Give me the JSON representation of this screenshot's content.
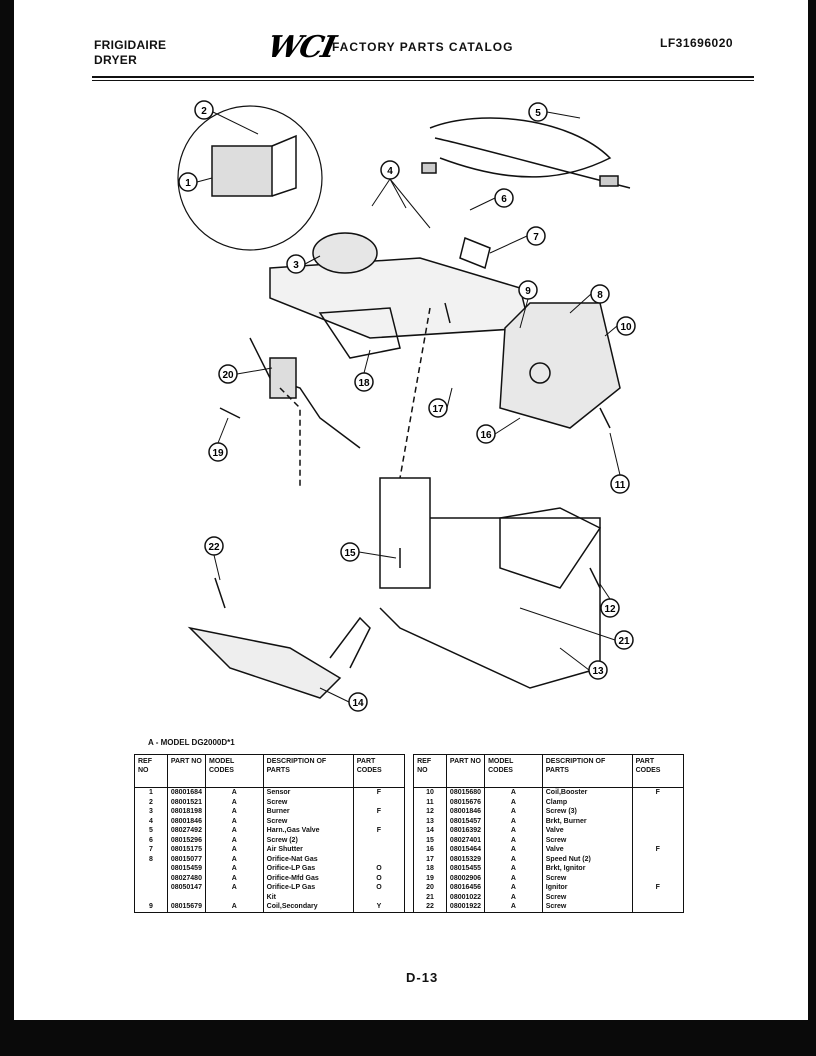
{
  "header": {
    "brand_line1": "FRIGIDAIRE",
    "brand_line2": "DRYER",
    "logo": "WCI",
    "catalog_title": "FACTORY PARTS CATALOG",
    "catalog_number": "LF31696020"
  },
  "diagram": {
    "callouts": [
      "1",
      "2",
      "3",
      "4",
      "5",
      "6",
      "7",
      "8",
      "9",
      "10",
      "11",
      "12",
      "13",
      "14",
      "15",
      "16",
      "17",
      "18",
      "19",
      "20",
      "21",
      "22"
    ]
  },
  "model_note": "A - MODEL DG2000D*1",
  "table": {
    "headers": {
      "ref_no": "REF NO",
      "part_no": "PART NO",
      "model_codes": "MODEL CODES",
      "description": "DESCRIPTION OF PARTS",
      "part_codes": "PART CODES"
    },
    "left_rows": [
      {
        "ref": "1",
        "part": "08001684",
        "model": "A",
        "desc": "Sensor",
        "code": "F"
      },
      {
        "ref": "2",
        "part": "08001521",
        "model": "A",
        "desc": "Screw",
        "code": ""
      },
      {
        "ref": "3",
        "part": "08018198",
        "model": "A",
        "desc": "Burner",
        "code": "F"
      },
      {
        "ref": "4",
        "part": "08001846",
        "model": "A",
        "desc": "Screw",
        "code": ""
      },
      {
        "ref": "5",
        "part": "08027492",
        "model": "A",
        "desc": "Harn.,Gas Valve",
        "code": "F"
      },
      {
        "ref": "6",
        "part": "08015296",
        "model": "A",
        "desc": "Screw (2)",
        "code": ""
      },
      {
        "ref": "7",
        "part": "08015175",
        "model": "A",
        "desc": "Air Shutter",
        "code": ""
      },
      {
        "ref": "8",
        "part": "08015077",
        "model": "A",
        "desc": "Orifice-Nat Gas",
        "code": ""
      },
      {
        "ref": "",
        "part": "08015459",
        "model": "A",
        "desc": "Orifice-LP Gas",
        "code": "O"
      },
      {
        "ref": "",
        "part": "08027480",
        "model": "A",
        "desc": "Orifice-Mfd Gas",
        "code": "O"
      },
      {
        "ref": "",
        "part": "08050147",
        "model": "A",
        "desc": "Orifice-LP Gas",
        "code": "O"
      },
      {
        "ref": "",
        "part": "",
        "model": "",
        "desc": "Kit",
        "code": ""
      },
      {
        "ref": "9",
        "part": "08015679",
        "model": "A",
        "desc": "Coil,Secondary",
        "code": "Y"
      }
    ],
    "right_rows": [
      {
        "ref": "10",
        "part": "08015680",
        "model": "A",
        "desc": "Coil,Booster",
        "code": "F"
      },
      {
        "ref": "11",
        "part": "08015676",
        "model": "A",
        "desc": "Clamp",
        "code": ""
      },
      {
        "ref": "12",
        "part": "08001846",
        "model": "A",
        "desc": "Screw (3)",
        "code": ""
      },
      {
        "ref": "13",
        "part": "08015457",
        "model": "A",
        "desc": "Brkt, Burner",
        "code": ""
      },
      {
        "ref": "14",
        "part": "08016392",
        "model": "A",
        "desc": "Valve",
        "code": ""
      },
      {
        "ref": "15",
        "part": "08027401",
        "model": "A",
        "desc": "Screw",
        "code": ""
      },
      {
        "ref": "16",
        "part": "08015464",
        "model": "A",
        "desc": "Valve",
        "code": "F"
      },
      {
        "ref": "17",
        "part": "08015329",
        "model": "A",
        "desc": "Speed Nut (2)",
        "code": ""
      },
      {
        "ref": "18",
        "part": "08015455",
        "model": "A",
        "desc": "Brkt, Ignitor",
        "code": ""
      },
      {
        "ref": "19",
        "part": "08002906",
        "model": "A",
        "desc": "Screw",
        "code": ""
      },
      {
        "ref": "20",
        "part": "08016456",
        "model": "A",
        "desc": "Ignitor",
        "code": "F"
      },
      {
        "ref": "21",
        "part": "08001022",
        "model": "A",
        "desc": "Screw",
        "code": ""
      },
      {
        "ref": "22",
        "part": "08001922",
        "model": "A",
        "desc": "Screw",
        "code": ""
      }
    ]
  },
  "footer": {
    "page": "D-13"
  }
}
